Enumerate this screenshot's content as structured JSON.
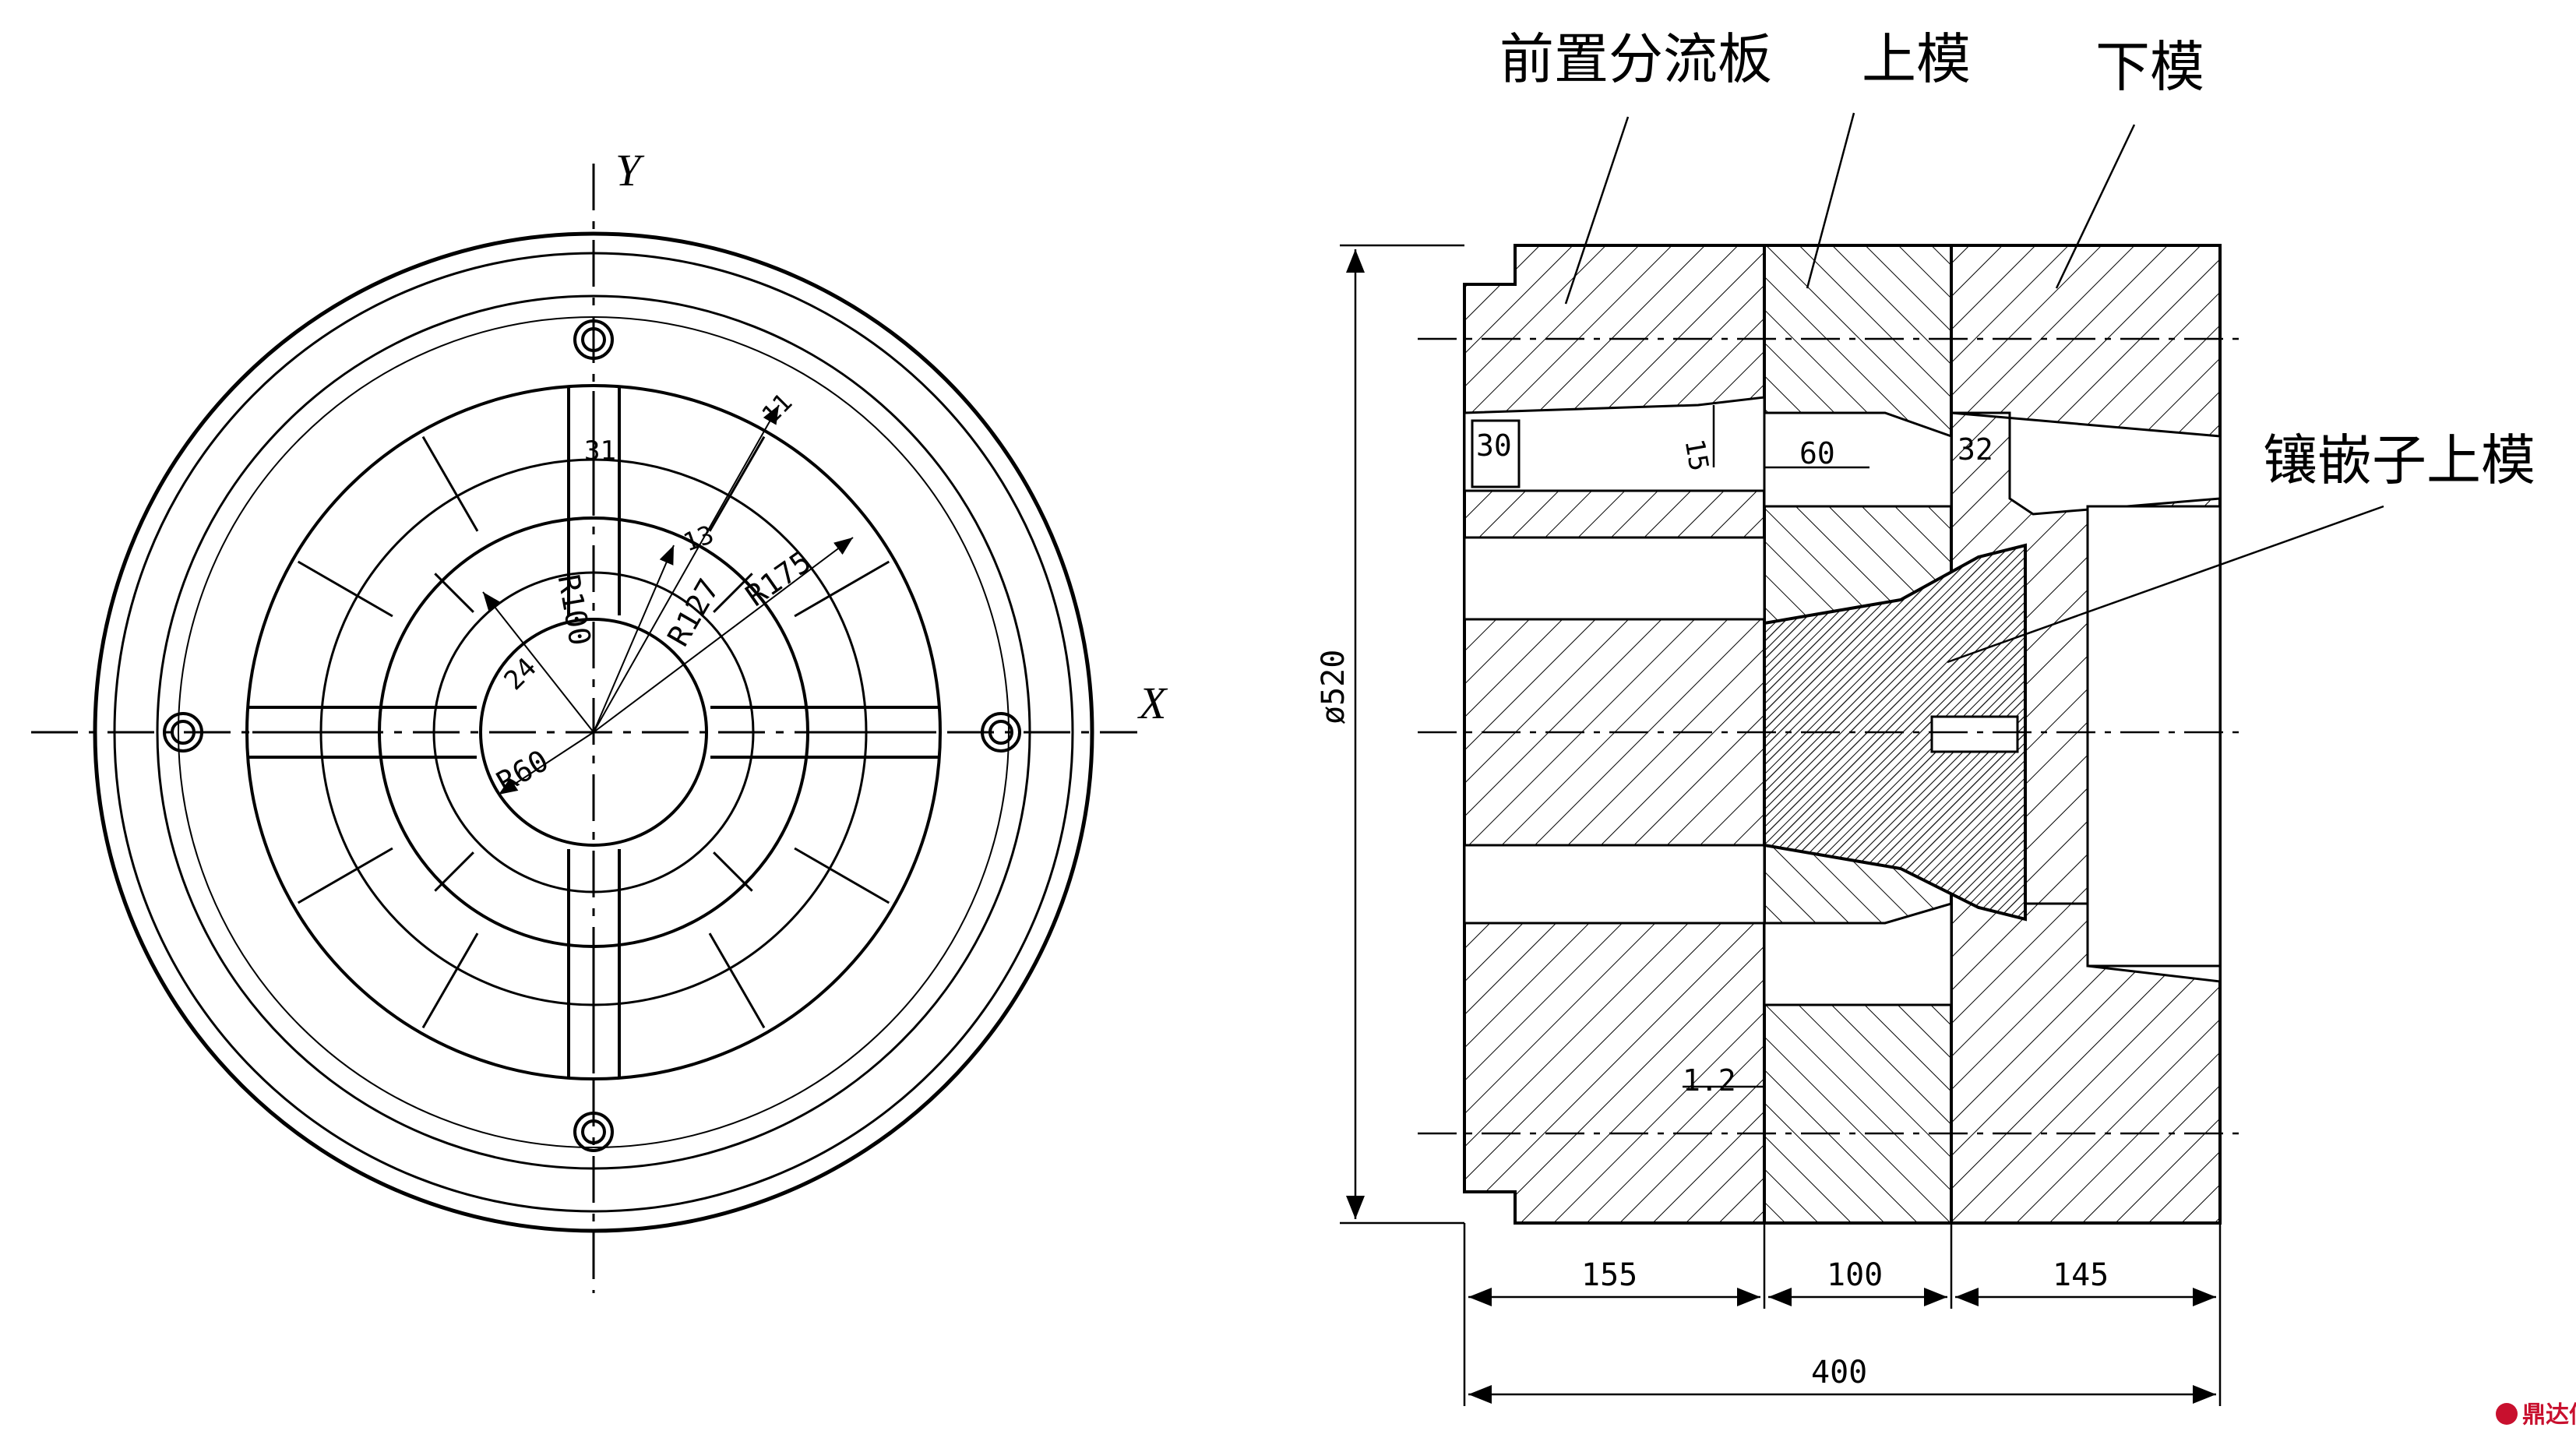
{
  "left_view": {
    "axis_x": "X",
    "axis_y": "Y",
    "dim_r60": "R60",
    "dim_r100": "R100",
    "dim_r127": "R127",
    "dim_r175": "R175",
    "dim_24": "24",
    "dim_31": "31",
    "dim_13": "13",
    "dim_11": "11"
  },
  "right_view": {
    "label_pre_plate": "前置分流板",
    "label_upper_die": "上模",
    "label_lower_die": "下模",
    "label_insert": "镶嵌子上模",
    "dim_diameter": "ø520",
    "dim_155": "155",
    "dim_100": "100",
    "dim_145": "145",
    "dim_400": "400",
    "dim_30": "30",
    "dim_60": "60",
    "dim_32": "32",
    "dim_15": "15",
    "dim_1_2": "1.2"
  },
  "watermark": "鼎达信"
}
